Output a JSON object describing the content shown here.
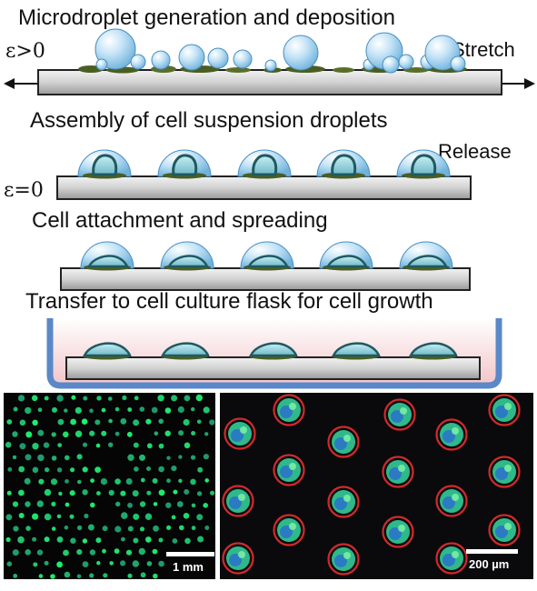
{
  "panels": {
    "step1": {
      "title": "Microdroplet generation and deposition",
      "strain": "ε>0",
      "action": "Stretch"
    },
    "step2": {
      "title": "Assembly of cell suspension droplets",
      "strain": "ε=0",
      "action": "Release"
    },
    "step3": {
      "title": "Cell attachment and spreading"
    },
    "step4": {
      "title": "Transfer to cell culture flask for cell growth"
    }
  },
  "micrographs": {
    "left": {
      "scale_label": "1 mm"
    },
    "right": {
      "scale_label": "200 µm"
    }
  },
  "colors": {
    "droplet": "#a9d4ef",
    "cell": "#7fc3d0",
    "cell_outline": "#1f5a61",
    "debris": "#4b5e22",
    "substrate": "#cfcfcf",
    "flask": "#5a88c8",
    "flask_fill": "#f7d6d8",
    "colony": "#22c07a",
    "ring": "#d22a2a"
  }
}
